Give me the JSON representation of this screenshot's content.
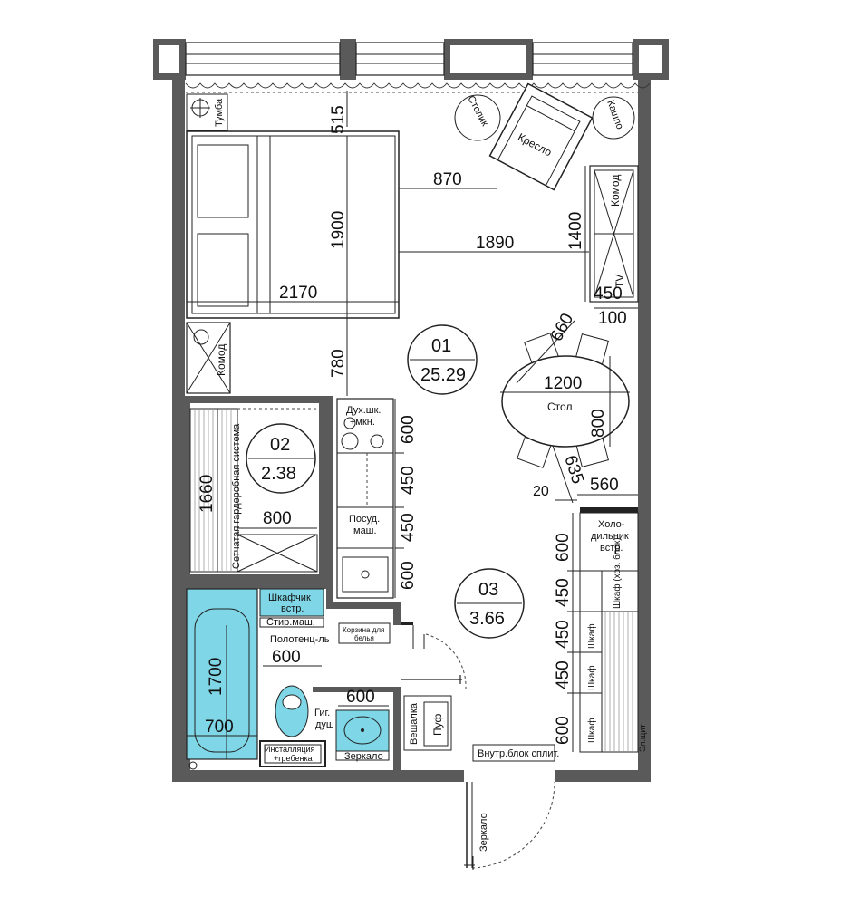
{
  "rooms": [
    {
      "number": "01",
      "area": "25.29"
    },
    {
      "number": "02",
      "area": "2.38"
    },
    {
      "number": "03",
      "area": "3.66"
    }
  ],
  "labels": {
    "tumba": "Тумба",
    "stolik": "Столик",
    "kreslo": "Кресло",
    "kashpo": "Кашпо",
    "komod_right": "Комод",
    "tv": "TV",
    "komod_left": "Комод",
    "stol": "Стол",
    "duh_line1": "Дух.шк.",
    "duh_line2": "+мкн.",
    "posud_line1": "Посуд.",
    "posud_line2": "маш.",
    "wardrobe": "Сетчатая гардеробная система",
    "fridge_line1": "Холо-",
    "fridge_line2": "дильник",
    "fridge_line3": "встр.",
    "shkaf_hoz": "Шкаф (хоз. блок)",
    "shkaf1": "Шкаф",
    "shkaf2": "Шкаф",
    "shkaf3": "Шкаф",
    "shkafchik_line1": "Шкафчик",
    "shkafchik_line2": "встр.",
    "stirmash": "Стир.маш.",
    "polotenc": "Полотенц-ль",
    "korzina_line1": "Корзина для",
    "korzina_line2": "белья",
    "gig_line1": "Гиг.",
    "gig_line2": "душ",
    "install_line1": "Инсталляция",
    "install_line2": "+гребенка",
    "zerkalo_bath": "Зеркало",
    "veshalka": "Вешалка",
    "puf": "Пуф",
    "split": "Внутр.блок сплит.",
    "zerkalo_door": "Зеркало",
    "elshchit": "Эл.щит"
  },
  "dimensions": {
    "d515": "515",
    "d870": "870",
    "d1900": "1900",
    "d1890": "1890",
    "d1400": "1400",
    "d2170": "2170",
    "d450_tv": "450",
    "d100": "100",
    "d660": "660",
    "d780": "780",
    "d1200": "1200",
    "d800_table": "800",
    "d635": "635",
    "d20": "20",
    "d560": "560",
    "d1660": "1660",
    "d800_ward": "800",
    "k600a": "600",
    "k450a": "450",
    "k450b": "450",
    "k600b": "600",
    "h600a": "600",
    "h450a": "450",
    "h450b": "450",
    "h450c": "450",
    "h600b": "600",
    "d1700": "1700",
    "d700": "700",
    "d600_towel": "600",
    "d600_sink": "600"
  }
}
